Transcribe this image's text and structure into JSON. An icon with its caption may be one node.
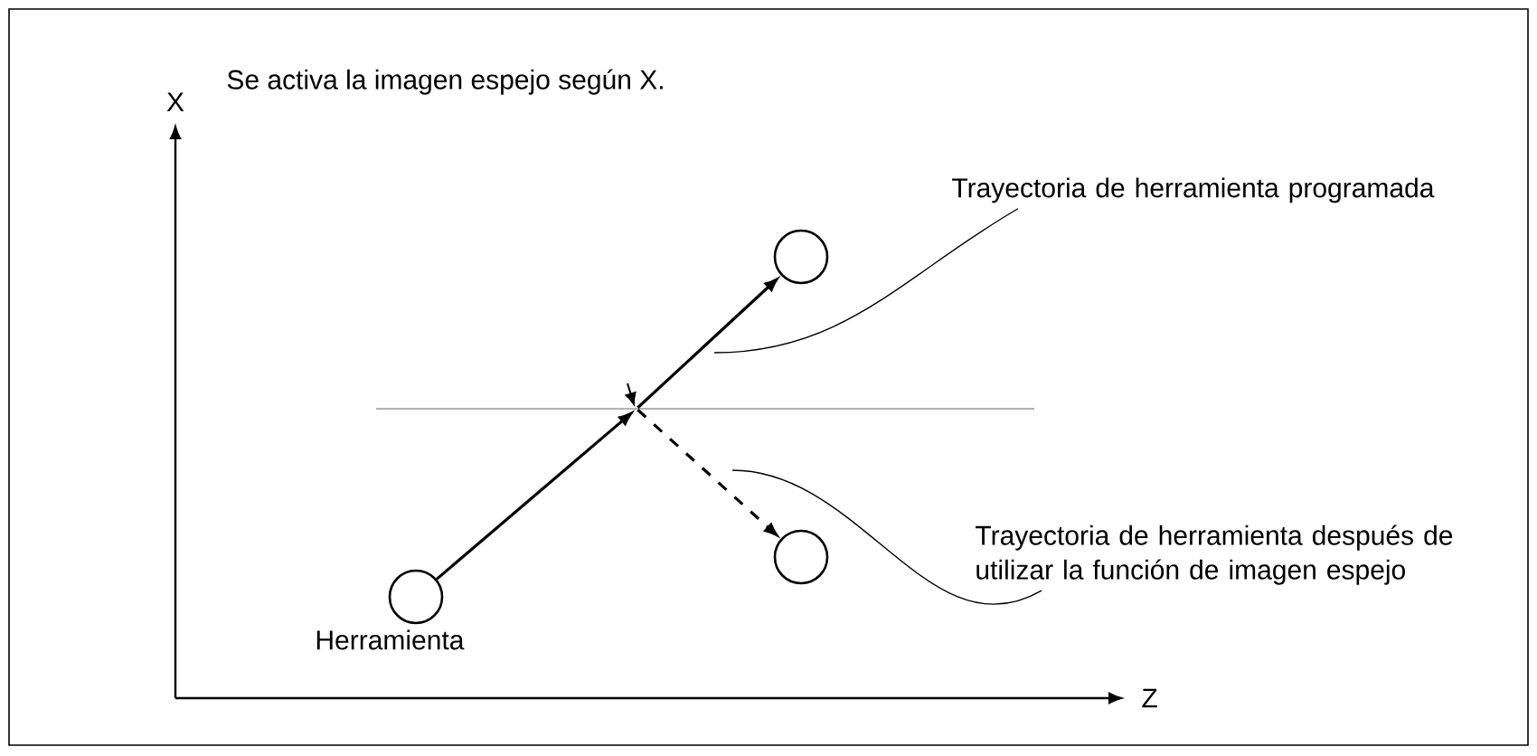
{
  "diagram": {
    "nodes": [
      {
        "text": [],
        "shape": "circle",
        "beside": [
          "Herramienta"
        ]
      },
      {
        "text": [],
        "shape": "circle"
      },
      {
        "text": [],
        "shape": "point"
      },
      {
        "text": [],
        "shape": "circle"
      },
      {
        "text": [
          "Trayectoria de herramienta programada"
        ]
      },
      {
        "text": [
          "Trayectoria de herramienta después de utilizar la función de imagen espejo"
        ]
      }
    ],
    "edges": [
      {
        "from": 0,
        "to": 2,
        "arrow": "to"
      },
      {
        "from": 2,
        "to": 1,
        "arrow": "to"
      },
      {
        "from": 2,
        "to": 3,
        "arrow": "to",
        "style": "dashed"
      },
      {
        "from": 4,
        "to": null,
        "arrow": "none"
      },
      {
        "from": 5,
        "to": null,
        "arrow": "none"
      }
    ],
    "labels": [
      "Se activa la imagen espejo según X.",
      "X",
      "Z"
    ]
  }
}
